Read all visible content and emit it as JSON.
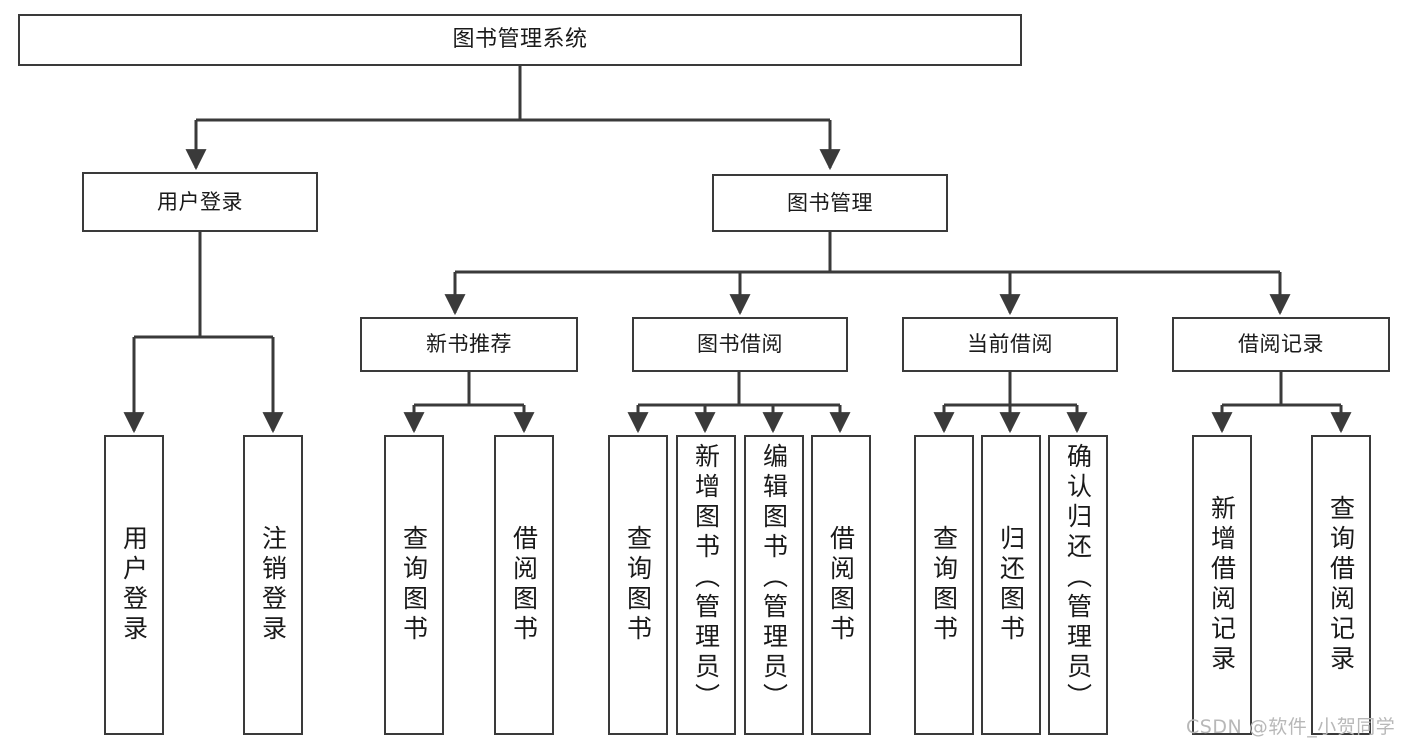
{
  "diagram": {
    "type": "tree",
    "title": "图书管理系统",
    "orientation": "top-down",
    "colors": {
      "stroke": "#3a3a3a",
      "node_fill": "#ffffff",
      "text": "#1a1a1a",
      "background": "#ffffff",
      "watermark": "#b8b8b8"
    },
    "watermark": "CSDN @软件_小贺同学",
    "nodes": {
      "root": {
        "label": "图书管理系统",
        "level": 0
      },
      "level1": [
        {
          "id": "user-login",
          "label": "用户登录"
        },
        {
          "id": "book-manage",
          "label": "图书管理"
        }
      ],
      "level2": [
        {
          "id": "new-book-recommend",
          "label": "新书推荐",
          "parent": "book-manage"
        },
        {
          "id": "book-borrow",
          "label": "图书借阅",
          "parent": "book-manage"
        },
        {
          "id": "current-borrow",
          "label": "当前借阅",
          "parent": "book-manage"
        },
        {
          "id": "borrow-record",
          "label": "借阅记录",
          "parent": "book-manage"
        }
      ],
      "leaves": [
        {
          "id": "leaf-user-login",
          "label": "用户登录",
          "parent": "user-login"
        },
        {
          "id": "leaf-logout-login",
          "label": "注销登录",
          "parent": "user-login"
        },
        {
          "id": "leaf-query-book-1",
          "label": "查询图书",
          "parent": "new-book-recommend"
        },
        {
          "id": "leaf-borrow-book-1",
          "label": "借阅图书",
          "parent": "new-book-recommend"
        },
        {
          "id": "leaf-query-book-2",
          "label": "查询图书",
          "parent": "book-borrow"
        },
        {
          "id": "leaf-add-book",
          "label": "新增图书（管理员）",
          "parent": "book-borrow"
        },
        {
          "id": "leaf-edit-book",
          "label": "编辑图书（管理员）",
          "parent": "book-borrow"
        },
        {
          "id": "leaf-borrow-book-2",
          "label": "借阅图书",
          "parent": "book-borrow"
        },
        {
          "id": "leaf-query-book-3",
          "label": "查询图书",
          "parent": "current-borrow"
        },
        {
          "id": "leaf-return-book",
          "label": "归还图书",
          "parent": "current-borrow"
        },
        {
          "id": "leaf-confirm-return",
          "label": "确认归还（管理员）",
          "parent": "current-borrow"
        },
        {
          "id": "leaf-add-borrow-record",
          "label": "新增借阅记录",
          "parent": "borrow-record"
        },
        {
          "id": "leaf-query-borrow-record",
          "label": "查询借阅记录",
          "parent": "borrow-record"
        }
      ]
    }
  }
}
